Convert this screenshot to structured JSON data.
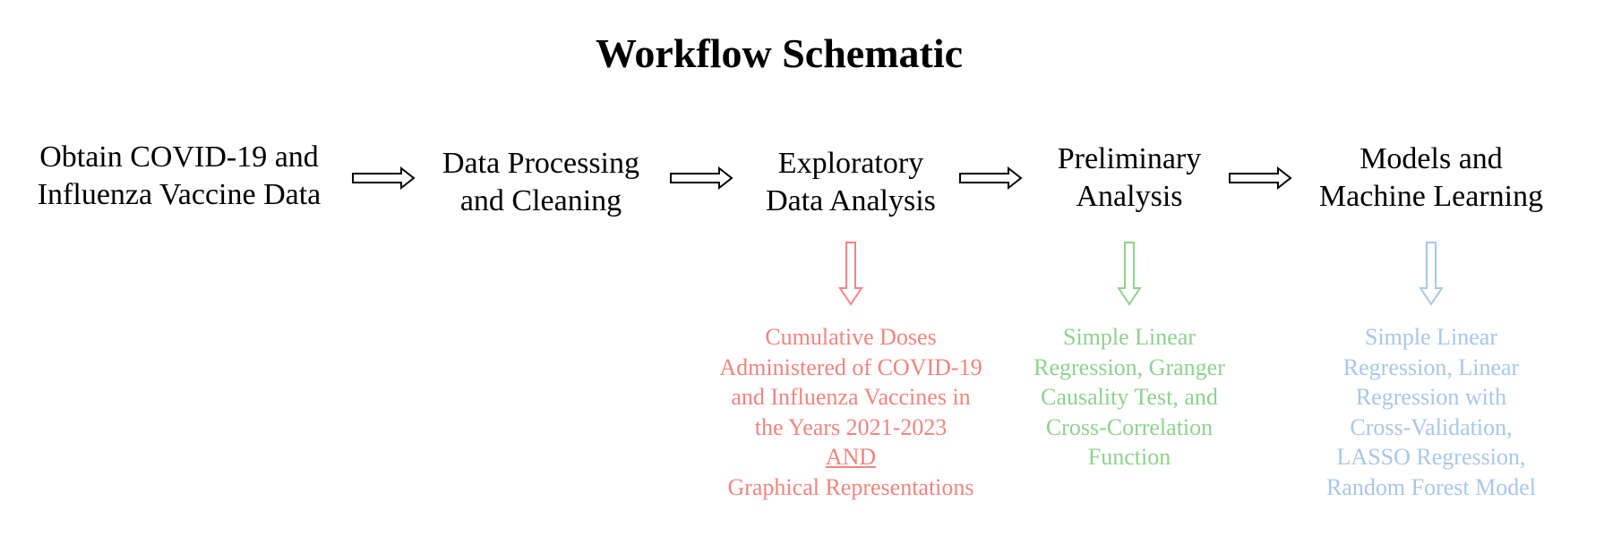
{
  "title": "Workflow Schematic",
  "steps": [
    {
      "lines": [
        "Obtain COVID-19 and",
        "Influenza Vaccine Data"
      ]
    },
    {
      "lines": [
        "Data Processing",
        "and Cleaning"
      ]
    },
    {
      "lines": [
        "Exploratory",
        "Data Analysis"
      ]
    },
    {
      "lines": [
        "Preliminary",
        "Analysis"
      ]
    },
    {
      "lines": [
        "Models and",
        "Machine Learning"
      ]
    }
  ],
  "details": {
    "eda": {
      "color": "#f0857f",
      "lines": [
        "Cumulative Doses",
        "Administered of COVID-19",
        "and Influenza Vaccines in",
        "the Years 2021-2023",
        "AND",
        "Graphical Representations"
      ]
    },
    "preliminary": {
      "color": "#8fd18f",
      "lines": [
        "Simple Linear",
        "Regression, Granger",
        "Causality Test, and",
        "Cross-Correlation",
        "Function"
      ]
    },
    "models": {
      "color": "#a9c7e6",
      "lines": [
        "Simple Linear",
        "Regression, Linear",
        "Regression with",
        "Cross-Validation,",
        "LASSO Regression,",
        "Random Forest Model"
      ]
    }
  }
}
